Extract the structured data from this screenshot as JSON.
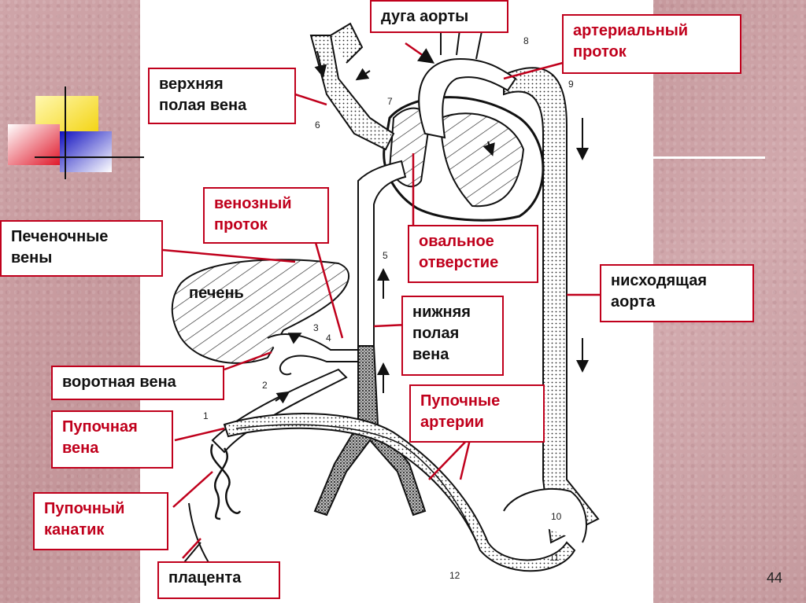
{
  "labels": {
    "aortic_arch": "дуга аорты",
    "ductus_arteriosus": "артериальный\nпроток",
    "superior_vena_cava": "верхняя\nполая вена",
    "ductus_venosus": "венозный\nпроток",
    "hepatic_veins": "Печеночные\nвены",
    "foramen_ovale": "овальное\nотверстие",
    "descending_aorta": "нисходящая\nаорта",
    "liver": "печень",
    "inferior_vena_cava": "нижняя\nполая\nвена",
    "portal_vein": "воротная вена",
    "umbilical_arteries": "Пупочные\nартерии",
    "umbilical_vein": "Пупочная\nвена",
    "umbilical_cord": "Пупочный\nканатик",
    "placenta": "плацента"
  },
  "numbers": [
    "1",
    "2",
    "3",
    "4",
    "5",
    "6",
    "7",
    "8",
    "9",
    "10",
    "11",
    "12"
  ],
  "page_number": "44",
  "colors": {
    "accent": "#c0001c",
    "background": "#c9a0a4"
  }
}
